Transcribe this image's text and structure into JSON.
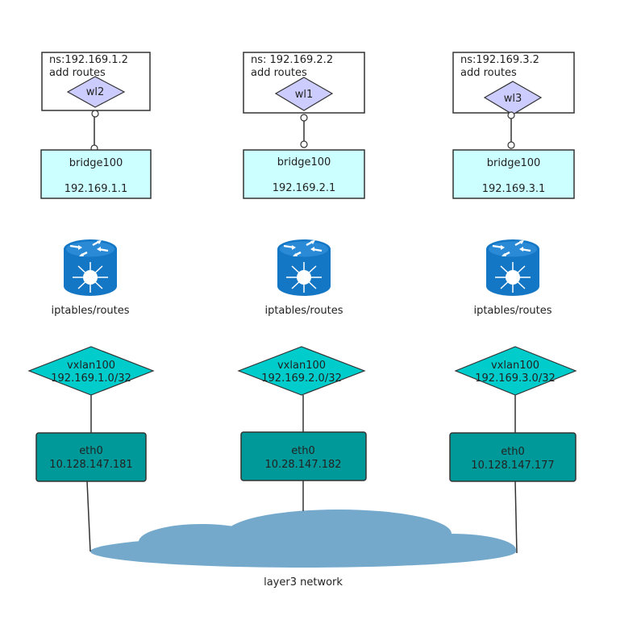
{
  "colors": {
    "ns_box_border": "#333333",
    "veth_fill": "#ccccff",
    "bridge_fill": "#ccffff",
    "router_blue": "#1477c5",
    "vxlan_fill": "#00cccc",
    "eth_fill": "#009999",
    "cloud_fill": "#74a9cc",
    "line": "#333333"
  },
  "hosts": [
    {
      "ns_label": "ns:192.169.1.2",
      "routes_label": "add routes",
      "veth": "wl2",
      "bridge_name": "bridge100",
      "bridge_ip": "192.169.1.1",
      "router_label": "iptables/routes",
      "vxlan_name": "vxlan100",
      "vxlan_ip": "192.169.1.0/32",
      "eth_name": "eth0",
      "eth_ip": "10.128.147.181"
    },
    {
      "ns_label": "ns: 192.169.2.2",
      "routes_label": "add routes",
      "veth": "wl1",
      "bridge_name": "bridge100",
      "bridge_ip": "192.169.2.1",
      "router_label": "iptables/routes",
      "vxlan_name": "vxlan100",
      "vxlan_ip": "192.169.2.0/32",
      "eth_name": "eth0",
      "eth_ip": "10.28.147.182"
    },
    {
      "ns_label": "ns:192.169.3.2",
      "routes_label": "add routes",
      "veth": "wl3",
      "bridge_name": "bridge100",
      "bridge_ip": "192.169.3.1",
      "router_label": "iptables/routes",
      "vxlan_name": "vxlan100",
      "vxlan_ip": "192.169.3.0/32",
      "eth_name": "eth0",
      "eth_ip": "10.128.147.177"
    }
  ],
  "network_label": "layer3 network"
}
